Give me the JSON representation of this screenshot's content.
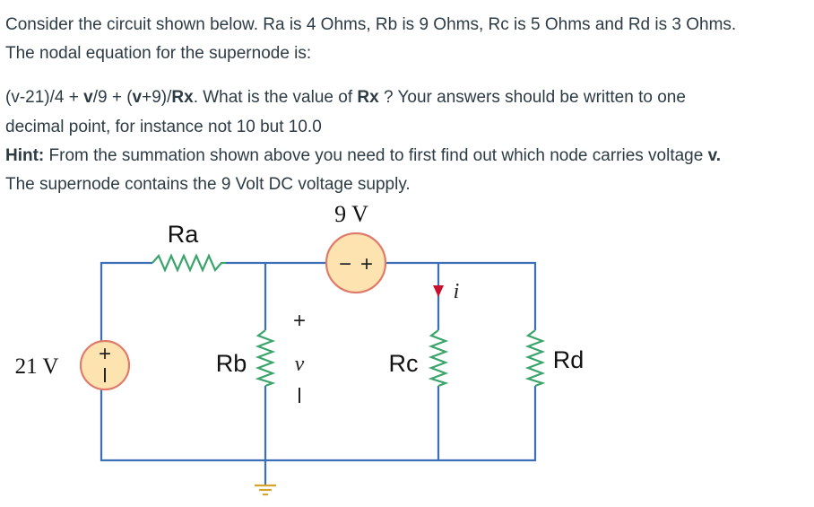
{
  "question": {
    "line1": "Consider the circuit shown below. Ra is 4 Ohms, Rb is 9 Ohms, Rc is 5 Ohms and Rd is 3 Ohms.",
    "line2": "The nodal equation for the supernode is:",
    "line3": {
      "eq_start": "(v-21)/4 + ",
      "v1": "v",
      "eq_mid": "/9 + (",
      "v2": "v",
      "eq_end": "+9)/",
      "rx1": "Rx",
      "rest": ". What is the value of ",
      "rx2": "Rx",
      "rest2": " ? Your answers should be written to one"
    },
    "line4": "decimal point, for instance not 10 but 10.0",
    "hint_label": "Hint:",
    "hint_text": " From the summation shown above you need to first find out which node carries voltage ",
    "hint_v": "v.",
    "line6": "The supernode contains the 9 Volt DC voltage supply."
  },
  "circuit": {
    "source_9v_label": "9 V",
    "source_21v_label": "21 V",
    "ra_label": "Ra",
    "rb_label": "Rb",
    "rc_label": "Rc",
    "rd_label": "Rd",
    "v_label": "v",
    "i_label": "i",
    "plus": "+",
    "minus": "−",
    "colors": {
      "wire": "#3b6fb6",
      "resistor": "#3aa46b",
      "source_fill": "#fde3b0",
      "source_stroke": "#e07b6b",
      "arrow": "#c8102e",
      "ground": "#d4a52a"
    }
  }
}
